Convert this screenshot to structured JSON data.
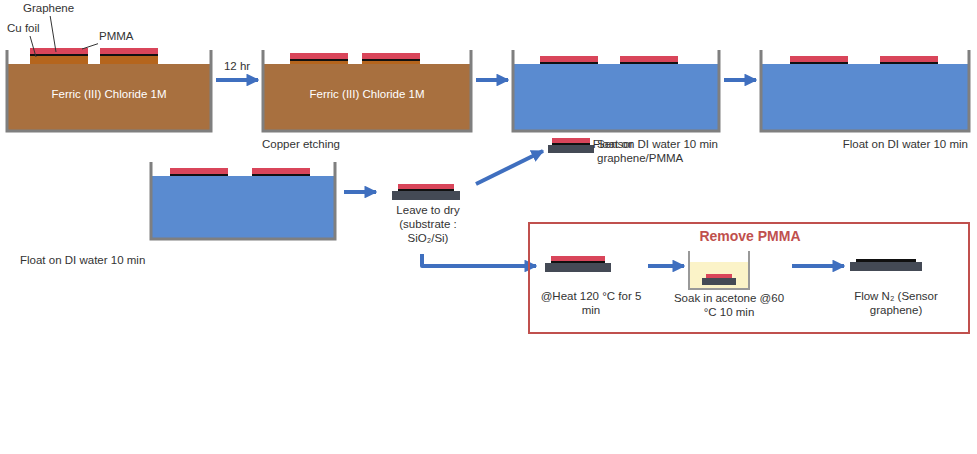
{
  "diagram": {
    "nodes": [
      {
        "text": [
          "Ferric (III) Chloride 1M"
        ]
      },
      {
        "text": [
          "Ferric (III) Chloride 1M",
          "Copper etching"
        ]
      },
      {
        "text": [
          "Float on DI water 10 min"
        ]
      },
      {
        "text": [
          "Float on DI water 10 min"
        ]
      },
      {
        "text": [
          "Float on DI water 10 min"
        ]
      },
      {
        "text": [
          "Leave to dry (substrate : SiO₂/Si)"
        ]
      },
      {
        "text": [
          "Sensor graphene/PMMA"
        ]
      },
      {
        "text": [
          "Remove PMMA"
        ]
      },
      {
        "text": [
          "@Heat 120 °C for 5 min"
        ],
        "in": 7
      },
      {
        "text": [
          "Soak in acetone @60 °C 10 min"
        ],
        "in": 7
      },
      {
        "text": [
          "Flow N₂ (Sensor graphene)"
        ],
        "in": 7
      }
    ],
    "edges": [
      {
        "from": 0,
        "to": 1,
        "arrow": "to",
        "label": "12 hr"
      },
      {
        "from": 1,
        "to": 2,
        "arrow": "to"
      },
      {
        "from": 2,
        "to": 3,
        "arrow": "to"
      },
      {
        "from": 4,
        "to": 5,
        "arrow": "to"
      },
      {
        "from": 5,
        "to": 6,
        "arrow": "to"
      },
      {
        "from": 5,
        "to": 8,
        "arrow": "to"
      },
      {
        "from": 8,
        "to": 9,
        "arrow": "to"
      },
      {
        "from": 9,
        "to": 10,
        "arrow": "to"
      }
    ],
    "labels": [
      "Graphene",
      "Cu foil",
      "PMMA"
    ]
  }
}
